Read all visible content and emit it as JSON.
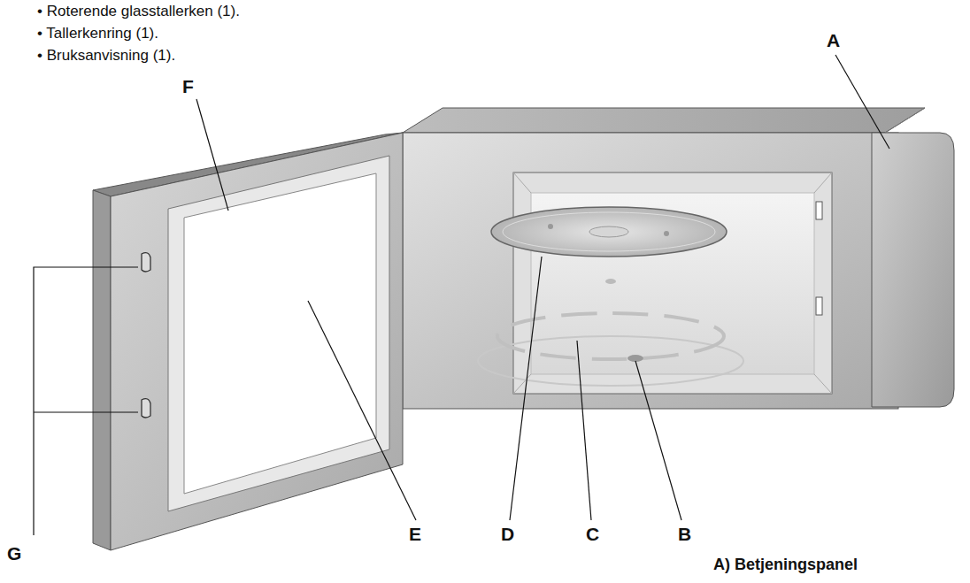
{
  "diagram": {
    "labels": [
      "• Roterende glasstallerken (1).",
      "• Tallerkenring (1).",
      "• Bruksanvisning (1).",
      "A",
      "F",
      "G",
      "E",
      "D",
      "C",
      "B",
      "A) Betjeningspanel"
    ]
  }
}
